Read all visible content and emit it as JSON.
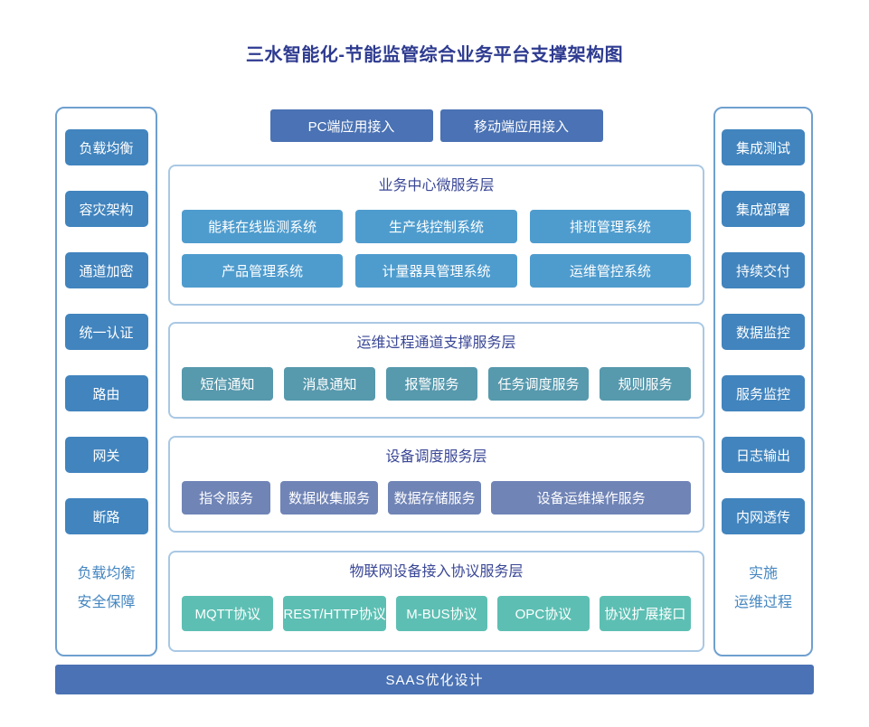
{
  "page_title": "三水智能化-节能监管综合业务平台支撑架构图",
  "access_buttons": {
    "pc": "PC端应用接入",
    "mobile": "移动端应用接入"
  },
  "left_rail": {
    "items": [
      "负载均衡",
      "容灾架构",
      "通道加密",
      "统一认证",
      "路由",
      "网关",
      "断路"
    ],
    "caption": [
      "负载均衡",
      "安全保障"
    ]
  },
  "right_rail": {
    "items": [
      "集成测试",
      "集成部署",
      "持续交付",
      "数据监控",
      "服务监控",
      "日志输出",
      "内网透传"
    ],
    "caption": [
      "实施",
      "运维过程"
    ]
  },
  "layers": [
    {
      "title": "业务中心微服务层",
      "block_color": "#4E9CCE",
      "items": [
        "能耗在线监测系统",
        "生产线控制系统",
        "排班管理系统",
        "产品管理系统",
        "计量器具管理系统",
        "运维管控系统"
      ]
    },
    {
      "title": "运维过程通道支撑服务层",
      "block_color": "#5799AD",
      "items": [
        "短信通知",
        "消息通知",
        "报警服务",
        "任务调度服务",
        "规则服务"
      ]
    },
    {
      "title": "设备调度服务层",
      "block_color": "#7084B6",
      "items": [
        "指令服务",
        "数据收集服务",
        "数据存储服务",
        "设备运维操作服务"
      ]
    },
    {
      "title": "物联网设备接入协议服务层",
      "block_color": "#5DBFB3",
      "items": [
        "MQTT协议",
        "REST/HTTP协议",
        "M-BUS协议",
        "OPC协议",
        "协议扩展接口"
      ]
    }
  ],
  "footer": {
    "label": "SAAS优化设计"
  },
  "colors": {
    "title_text": "#2E3B90",
    "layer_title_text": "#3A4796",
    "rail_block": "#4184BE",
    "rail_border": "#6FA0CF",
    "layer_border": "#A9C8E4",
    "accent_bar": "#4A72B4",
    "rail_caption_text": "#4486C0"
  }
}
